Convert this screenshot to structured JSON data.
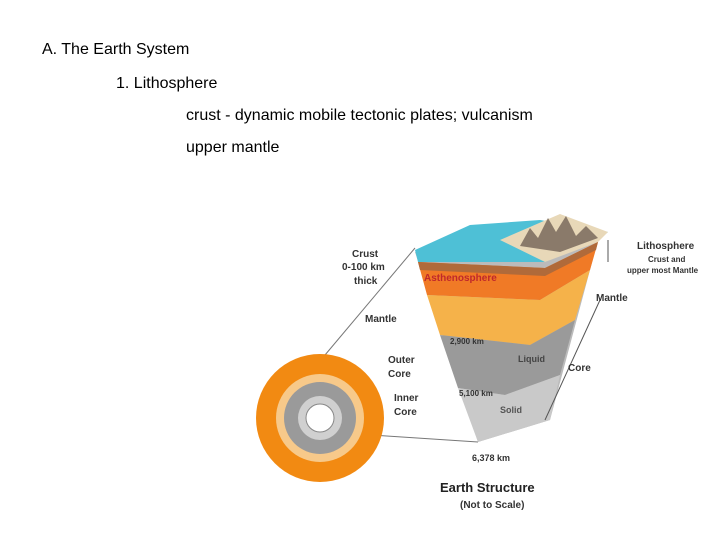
{
  "text": {
    "line1": "A. The Earth System",
    "line2": "1. Lithosphere",
    "line3": "crust - dynamic mobile tectonic plates; vulcanism",
    "line4": "upper mantle"
  },
  "diagram": {
    "crust_label": [
      "Crust",
      "0-100 km",
      "thick"
    ],
    "asthenosphere": "Asthenosphere",
    "mantle_left": "Mantle",
    "outer_core": [
      "Outer",
      "Core"
    ],
    "inner_core": [
      "Inner",
      "Core"
    ],
    "depth_2900": "2,900 km",
    "liquid": "Liquid",
    "depth_5100": "5,100 km",
    "solid": "Solid",
    "depth_6378": "6,378 km",
    "lithosphere": "Lithosphere",
    "lithosphere_sub": [
      "Crust and",
      "upper most Mantle"
    ],
    "mantle_right": "Mantle",
    "core": "Core",
    "title": "Earth Structure",
    "subtitle": "(Not to Scale)"
  },
  "colors": {
    "crust_top": "#4ec0d6",
    "asthenosphere": "#e8751f",
    "mantle": "#f5b24a",
    "outer_core": "#9a9a9a",
    "inner_core": "#c8c8c8",
    "sphere_outer": "#f28a12"
  }
}
